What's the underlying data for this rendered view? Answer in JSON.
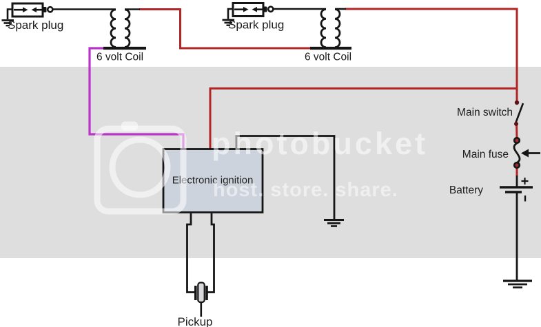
{
  "diagram": {
    "title_hint": "Electronic ignition wiring diagram",
    "components": {
      "spark_plug_1": {
        "label": "Spark plug"
      },
      "spark_plug_2": {
        "label": "Spark plug"
      },
      "coil_1": {
        "label": "6 volt Coil"
      },
      "coil_2": {
        "label": "6 volt Coil"
      },
      "ignition_box": {
        "label": "Electronic ignition"
      },
      "main_switch": {
        "label": "Main switch"
      },
      "main_fuse": {
        "label": "Main fuse"
      },
      "battery": {
        "label": "Battery"
      },
      "pickup": {
        "label": "Pickup"
      }
    },
    "colors": {
      "background": "#ffffff",
      "band_gray": "#dedede",
      "wire_red": "#b32424",
      "wire_magenta": "#b935c8",
      "wire_black": "#151515",
      "ignition_box_fill": "#cdd3dd",
      "pickup_fill": "#d9d9dc"
    }
  },
  "watermark": {
    "brand": "photobucket",
    "tagline": "host. store. share."
  }
}
